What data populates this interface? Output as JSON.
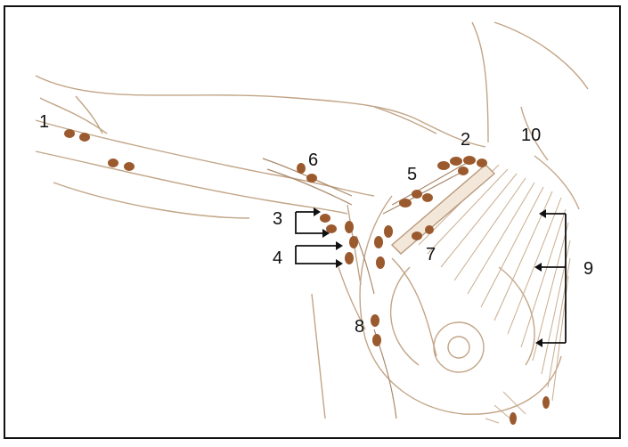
{
  "labels": {
    "l1": "1",
    "l2": "2",
    "l3": "3",
    "l4": "4",
    "l5": "5",
    "l6": "6",
    "l7": "7",
    "l8": "8",
    "l9": "9",
    "l10": "10"
  },
  "colors": {
    "outline": "#b99a7c",
    "node": "#9b5a2e",
    "arrow": "#111111",
    "frame": "#111111"
  }
}
